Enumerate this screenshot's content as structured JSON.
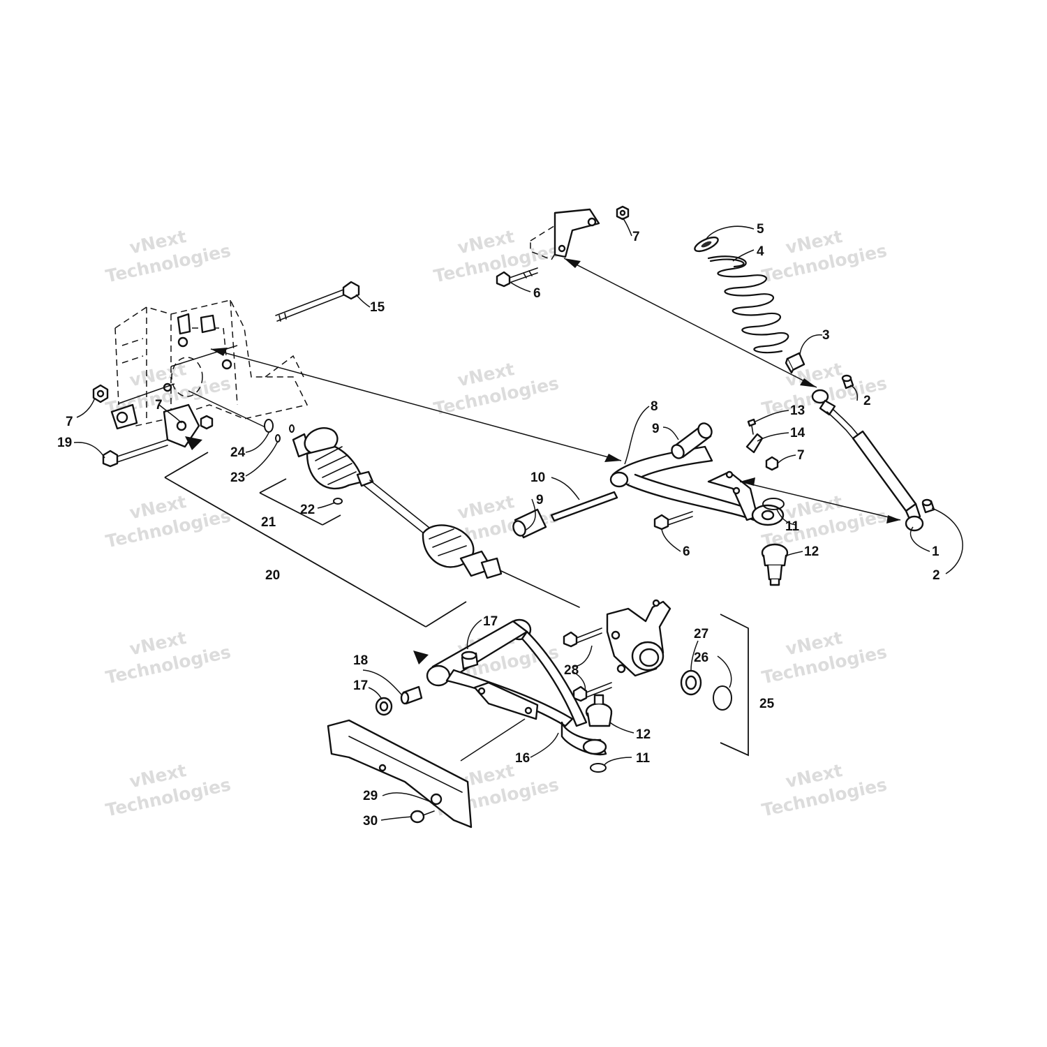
{
  "watermark": {
    "line1": "vNext",
    "line2": "Technologies",
    "color": "#dcdcdc"
  },
  "callouts": {
    "c1": "1",
    "c2a": "2",
    "c2b": "2",
    "c3": "3",
    "c4": "4",
    "c5": "5",
    "c6a": "6",
    "c6b": "6",
    "c7a": "7",
    "c7b": "7",
    "c7c": "7",
    "c7d": "7",
    "c8": "8",
    "c9a": "9",
    "c9b": "9",
    "c10": "10",
    "c11a": "11",
    "c11b": "11",
    "c12a": "12",
    "c12b": "12",
    "c13": "13",
    "c14": "14",
    "c15": "15",
    "c16": "16",
    "c17a": "17",
    "c17b": "17",
    "c18": "18",
    "c19": "19",
    "c20": "20",
    "c21": "21",
    "c22": "22",
    "c23": "23",
    "c24": "24",
    "c25": "25",
    "c26": "26",
    "c27": "27",
    "c28": "28",
    "c29": "29",
    "c30": "30"
  },
  "colors": {
    "ink": "#111111",
    "paper": "#ffffff"
  }
}
